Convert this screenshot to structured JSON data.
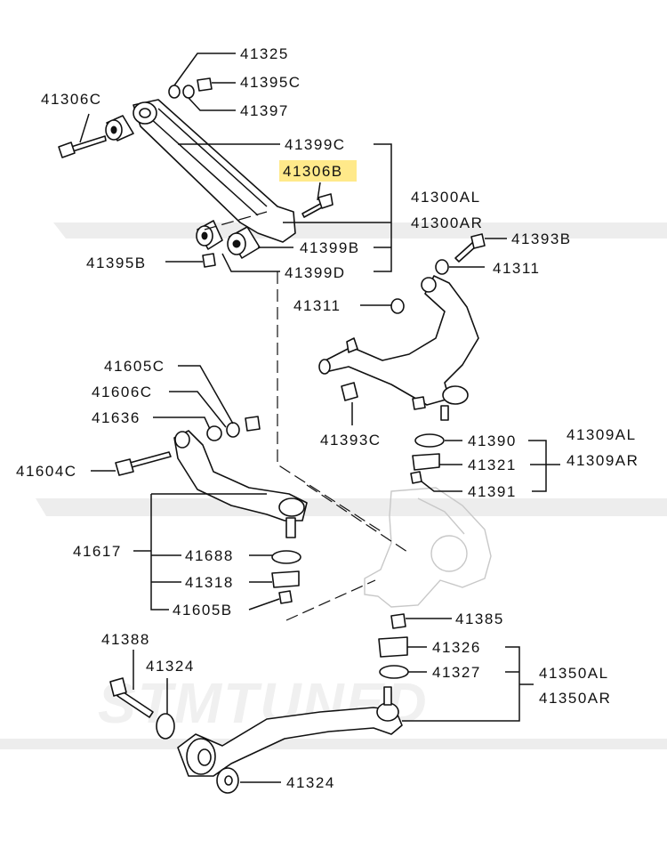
{
  "watermark": {
    "text": "STMTUNED"
  },
  "highlight_color": "#ffe98a",
  "labels": {
    "l41325": "41325",
    "l41395C": "41395C",
    "l41397": "41397",
    "l41306C": "41306C",
    "l41399C": "41399C",
    "l41306B": "41306B",
    "l41300AL": "41300AL",
    "l41300AR": "41300AR",
    "l41399B": "41399B",
    "l41395B": "41395B",
    "l41399D": "41399D",
    "l41393B": "41393B",
    "l41311a": "41311",
    "l41311b": "41311",
    "l41605C": "41605C",
    "l41606C": "41606C",
    "l41636": "41636",
    "l41604C": "41604C",
    "l41393C": "41393C",
    "l41390": "41390",
    "l41321": "41321",
    "l41391": "41391",
    "l41309AL": "41309AL",
    "l41309AR": "41309AR",
    "l41617": "41617",
    "l41688": "41688",
    "l41318": "41318",
    "l41605B": "41605B",
    "l41385": "41385",
    "l41326": "41326",
    "l41327": "41327",
    "l41350AL": "41350AL",
    "l41350AR": "41350AR",
    "l41388": "41388",
    "l41324a": "41324",
    "l41324b": "41324"
  }
}
